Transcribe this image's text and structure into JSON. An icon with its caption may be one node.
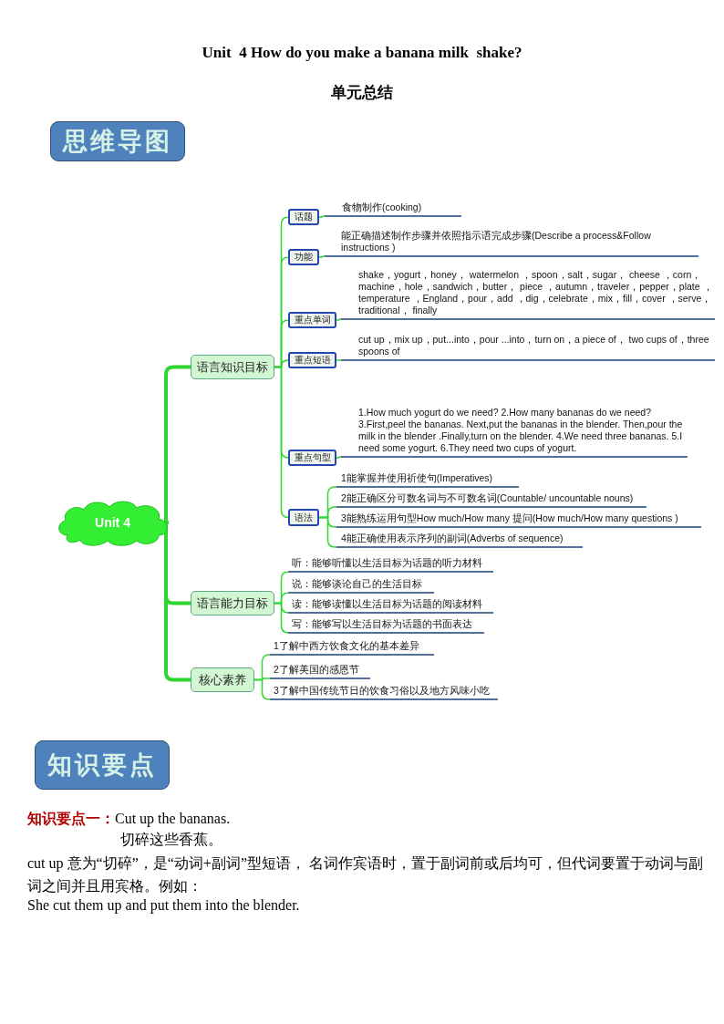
{
  "diagram": {
    "title": "Unit  4 How do you make a banana milk  shake?",
    "nodes": [
      {
        "text": [
          "思维导图"
        ]
      },
      {
        "text": [
          "Unit 4"
        ]
      },
      {
        "text": [
          "语言知识目标"
        ]
      },
      {
        "text": [
          "话题"
        ]
      },
      {
        "text": [
          "食物制作(cooking)"
        ]
      },
      {
        "text": [
          "功能"
        ]
      },
      {
        "text": [
          "能正确描述制作步骤并依照指示语完成步骤(Describe a process&Follow instructions )"
        ]
      },
      {
        "text": [
          "重点单词"
        ]
      },
      {
        "text": [
          "shake，yogurt，honey， watermelon ，spoon，salt，sugar， cheese ，corn，machine，hole，sandwich，butter， piece ，autumn，traveler，pepper，plate ， temperature ，England，pour，add ，dig，celebrate，mix，fill，cover ，serve，traditional， finally"
        ]
      },
      {
        "text": [
          "重点短语"
        ]
      },
      {
        "text": [
          "cut up，mix up，put...into，pour ...into，turn on，a piece of， two cups of，three spoons of"
        ]
      },
      {
        "text": [
          "重点句型"
        ]
      },
      {
        "text": [
          "1.How much yogurt do we need? 2.How many bananas do we need? 3.First,peel the bananas. Next,put the bananas in the blender. Then,pour the milk in the blender .Finally,turn on the blender. 4.We need three bananas. 5.I need some yogurt. 6.They need two cups of yogurt."
        ]
      },
      {
        "text": [
          "语法"
        ]
      },
      {
        "text": [
          "1能掌握并使用祈使句(Imperatives)"
        ]
      },
      {
        "text": [
          "2能正确区分可数名词与不可数名词(Countable/ uncountable nouns)"
        ]
      },
      {
        "text": [
          "3能熟练运用句型How much/How many 提问(How much/How many questions )"
        ]
      },
      {
        "text": [
          "4能正确使用表示序列的副词(Adverbs of sequence)"
        ]
      },
      {
        "text": [
          "语言能力目标"
        ]
      },
      {
        "text": [
          "听：能够听懂以生活目标为话题的听力材料"
        ]
      },
      {
        "text": [
          "说：能够谈论自己的生活目标"
        ]
      },
      {
        "text": [
          "读：能够读懂以生活目标为话题的阅读材料"
        ]
      },
      {
        "text": [
          "写：能够写以生活目标为话题的书面表达"
        ]
      },
      {
        "text": [
          "核心素养"
        ]
      },
      {
        "text": [
          "1了解中西方饮食文化的基本差异"
        ]
      },
      {
        "text": [
          "2了解美国的感恩节"
        ]
      },
      {
        "text": [
          "3了解中国传统节日的饮食习俗以及地方风味小吃"
        ]
      },
      {
        "text": [
          "知识要点"
        ]
      }
    ],
    "edges": [
      {
        "from": 1,
        "to": 2,
        "arrow": "none",
        "style": "thick"
      },
      {
        "from": 1,
        "to": 18,
        "arrow": "none",
        "style": "thick"
      },
      {
        "from": 1,
        "to": 23,
        "arrow": "none",
        "style": "thick"
      },
      {
        "from": 2,
        "to": 3,
        "arrow": "none"
      },
      {
        "from": 2,
        "to": 5,
        "arrow": "none"
      },
      {
        "from": 2,
        "to": 7,
        "arrow": "none"
      },
      {
        "from": 2,
        "to": 9,
        "arrow": "none"
      },
      {
        "from": 2,
        "to": 11,
        "arrow": "none"
      },
      {
        "from": 2,
        "to": 13,
        "arrow": "none"
      },
      {
        "from": 3,
        "to": 4,
        "arrow": "none"
      },
      {
        "from": 5,
        "to": 6,
        "arrow": "none"
      },
      {
        "from": 7,
        "to": 8,
        "arrow": "none"
      },
      {
        "from": 9,
        "to": 10,
        "arrow": "none"
      },
      {
        "from": 11,
        "to": 12,
        "arrow": "none"
      },
      {
        "from": 13,
        "to": 14,
        "arrow": "none"
      },
      {
        "from": 13,
        "to": 15,
        "arrow": "none"
      },
      {
        "from": 13,
        "to": 16,
        "arrow": "none"
      },
      {
        "from": 13,
        "to": 17,
        "arrow": "none"
      },
      {
        "from": 18,
        "to": 19,
        "arrow": "none"
      },
      {
        "from": 18,
        "to": 20,
        "arrow": "none"
      },
      {
        "from": 18,
        "to": 21,
        "arrow": "none"
      },
      {
        "from": 18,
        "to": 22,
        "arrow": "none"
      },
      {
        "from": 23,
        "to": 24,
        "arrow": "none"
      },
      {
        "from": 23,
        "to": 25,
        "arrow": "none"
      },
      {
        "from": 23,
        "to": 26,
        "arrow": "none"
      }
    ],
    "labels": [
      "单元总结",
      "知识要点一：",
      "Cut up the bananas.",
      "切碎这些香蕉。",
      "cut up 意为“切碎”，是“动词+副词”型短语， 名词作宾语时，置于副词前或后均可，但代词要置于动词与副词之间并且用宾格。例如：",
      "She cut them up and put them into the blender."
    ]
  }
}
